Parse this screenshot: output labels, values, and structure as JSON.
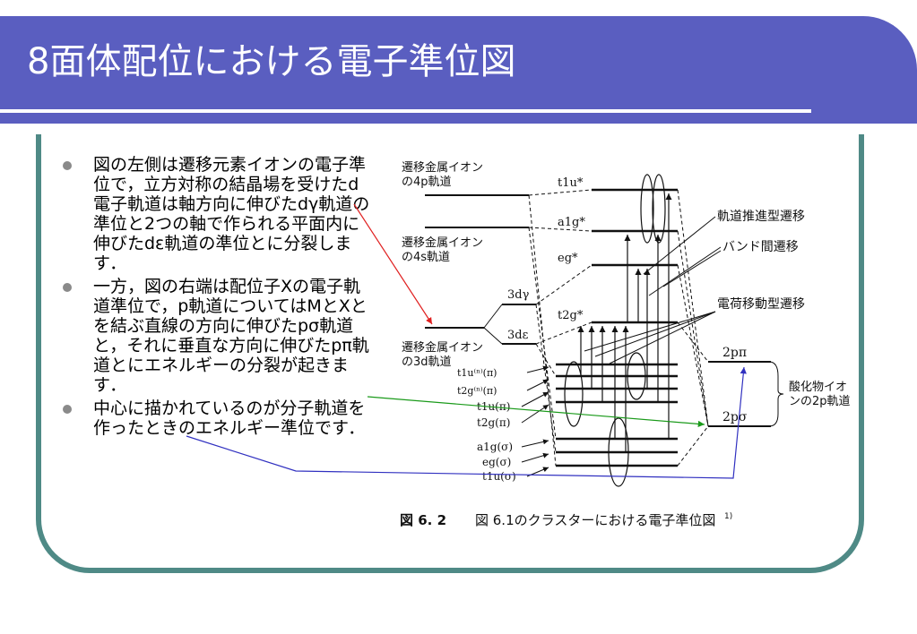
{
  "slide": {
    "title": "8面体配位における電子準位図",
    "bullets": [
      "図の左側は遷移元素イオンの電子準位で，立方対称の結晶場を受けたd電子軌道は軸方向に伸びたdγ軌道の準位と2つの軸で作られる平面内に伸びたdε軌道の準位とに分裂します．",
      "一方，図の右端は配位子Xの電子軌道準位で，p軌道についてはMとXとを結ぶ直線の方向に伸びたpσ軌道と，それに垂直な方向に伸びたpπ軌道とにエネルギーの分裂が起きます．",
      "中心に描かれているのが分子軌道を作ったときのエネルギー準位です．"
    ]
  },
  "figure": {
    "left_labels": {
      "ion_4p": [
        "遷移金属イオン",
        "の4p軌道"
      ],
      "ion_4s": [
        "遷移金属イオン",
        "の4s軌道"
      ],
      "ion_3d": [
        "遷移金属イオン",
        "の3d軌道"
      ],
      "d_gamma": "3dγ",
      "d_epsilon": "3dε"
    },
    "mo_levels": {
      "t1u_star": "t1u*",
      "a1g_star": "a1g*",
      "eg_star": "eg*",
      "t2g_star": "t2g*",
      "t1u_n_pi": "t1u⁽ⁿ⁾(π)",
      "t2g_n_pi": "t2g⁽ⁿ⁾(π)",
      "t1u_pi": "t1u(π)",
      "t2g_pi": "t2g(π)",
      "a1g_sigma": "a1g(σ)",
      "eg_sigma": "eg(σ)",
      "t1u_sigma": "t1u(σ)"
    },
    "transition_labels": {
      "orbital_promotion": "軌道推進型遷移",
      "interband": "バンド間遷移",
      "charge_transfer": "電荷移動型遷移"
    },
    "right_labels": {
      "p_pi": "2pπ",
      "p_sigma": "2pσ",
      "oxide_ion": [
        "酸化物イオ",
        "ンの2p軌道"
      ]
    },
    "caption": {
      "number": "図 6. 2",
      "text": "図 6.1のクラスターにおける電子準位図",
      "ref": "1)"
    }
  },
  "colors": {
    "title_bar": "#5a5ec0",
    "frame": "#4f8a86",
    "arrow_red": "#e02020",
    "arrow_green": "#1a9a1a",
    "arrow_blue": "#3030c0"
  }
}
